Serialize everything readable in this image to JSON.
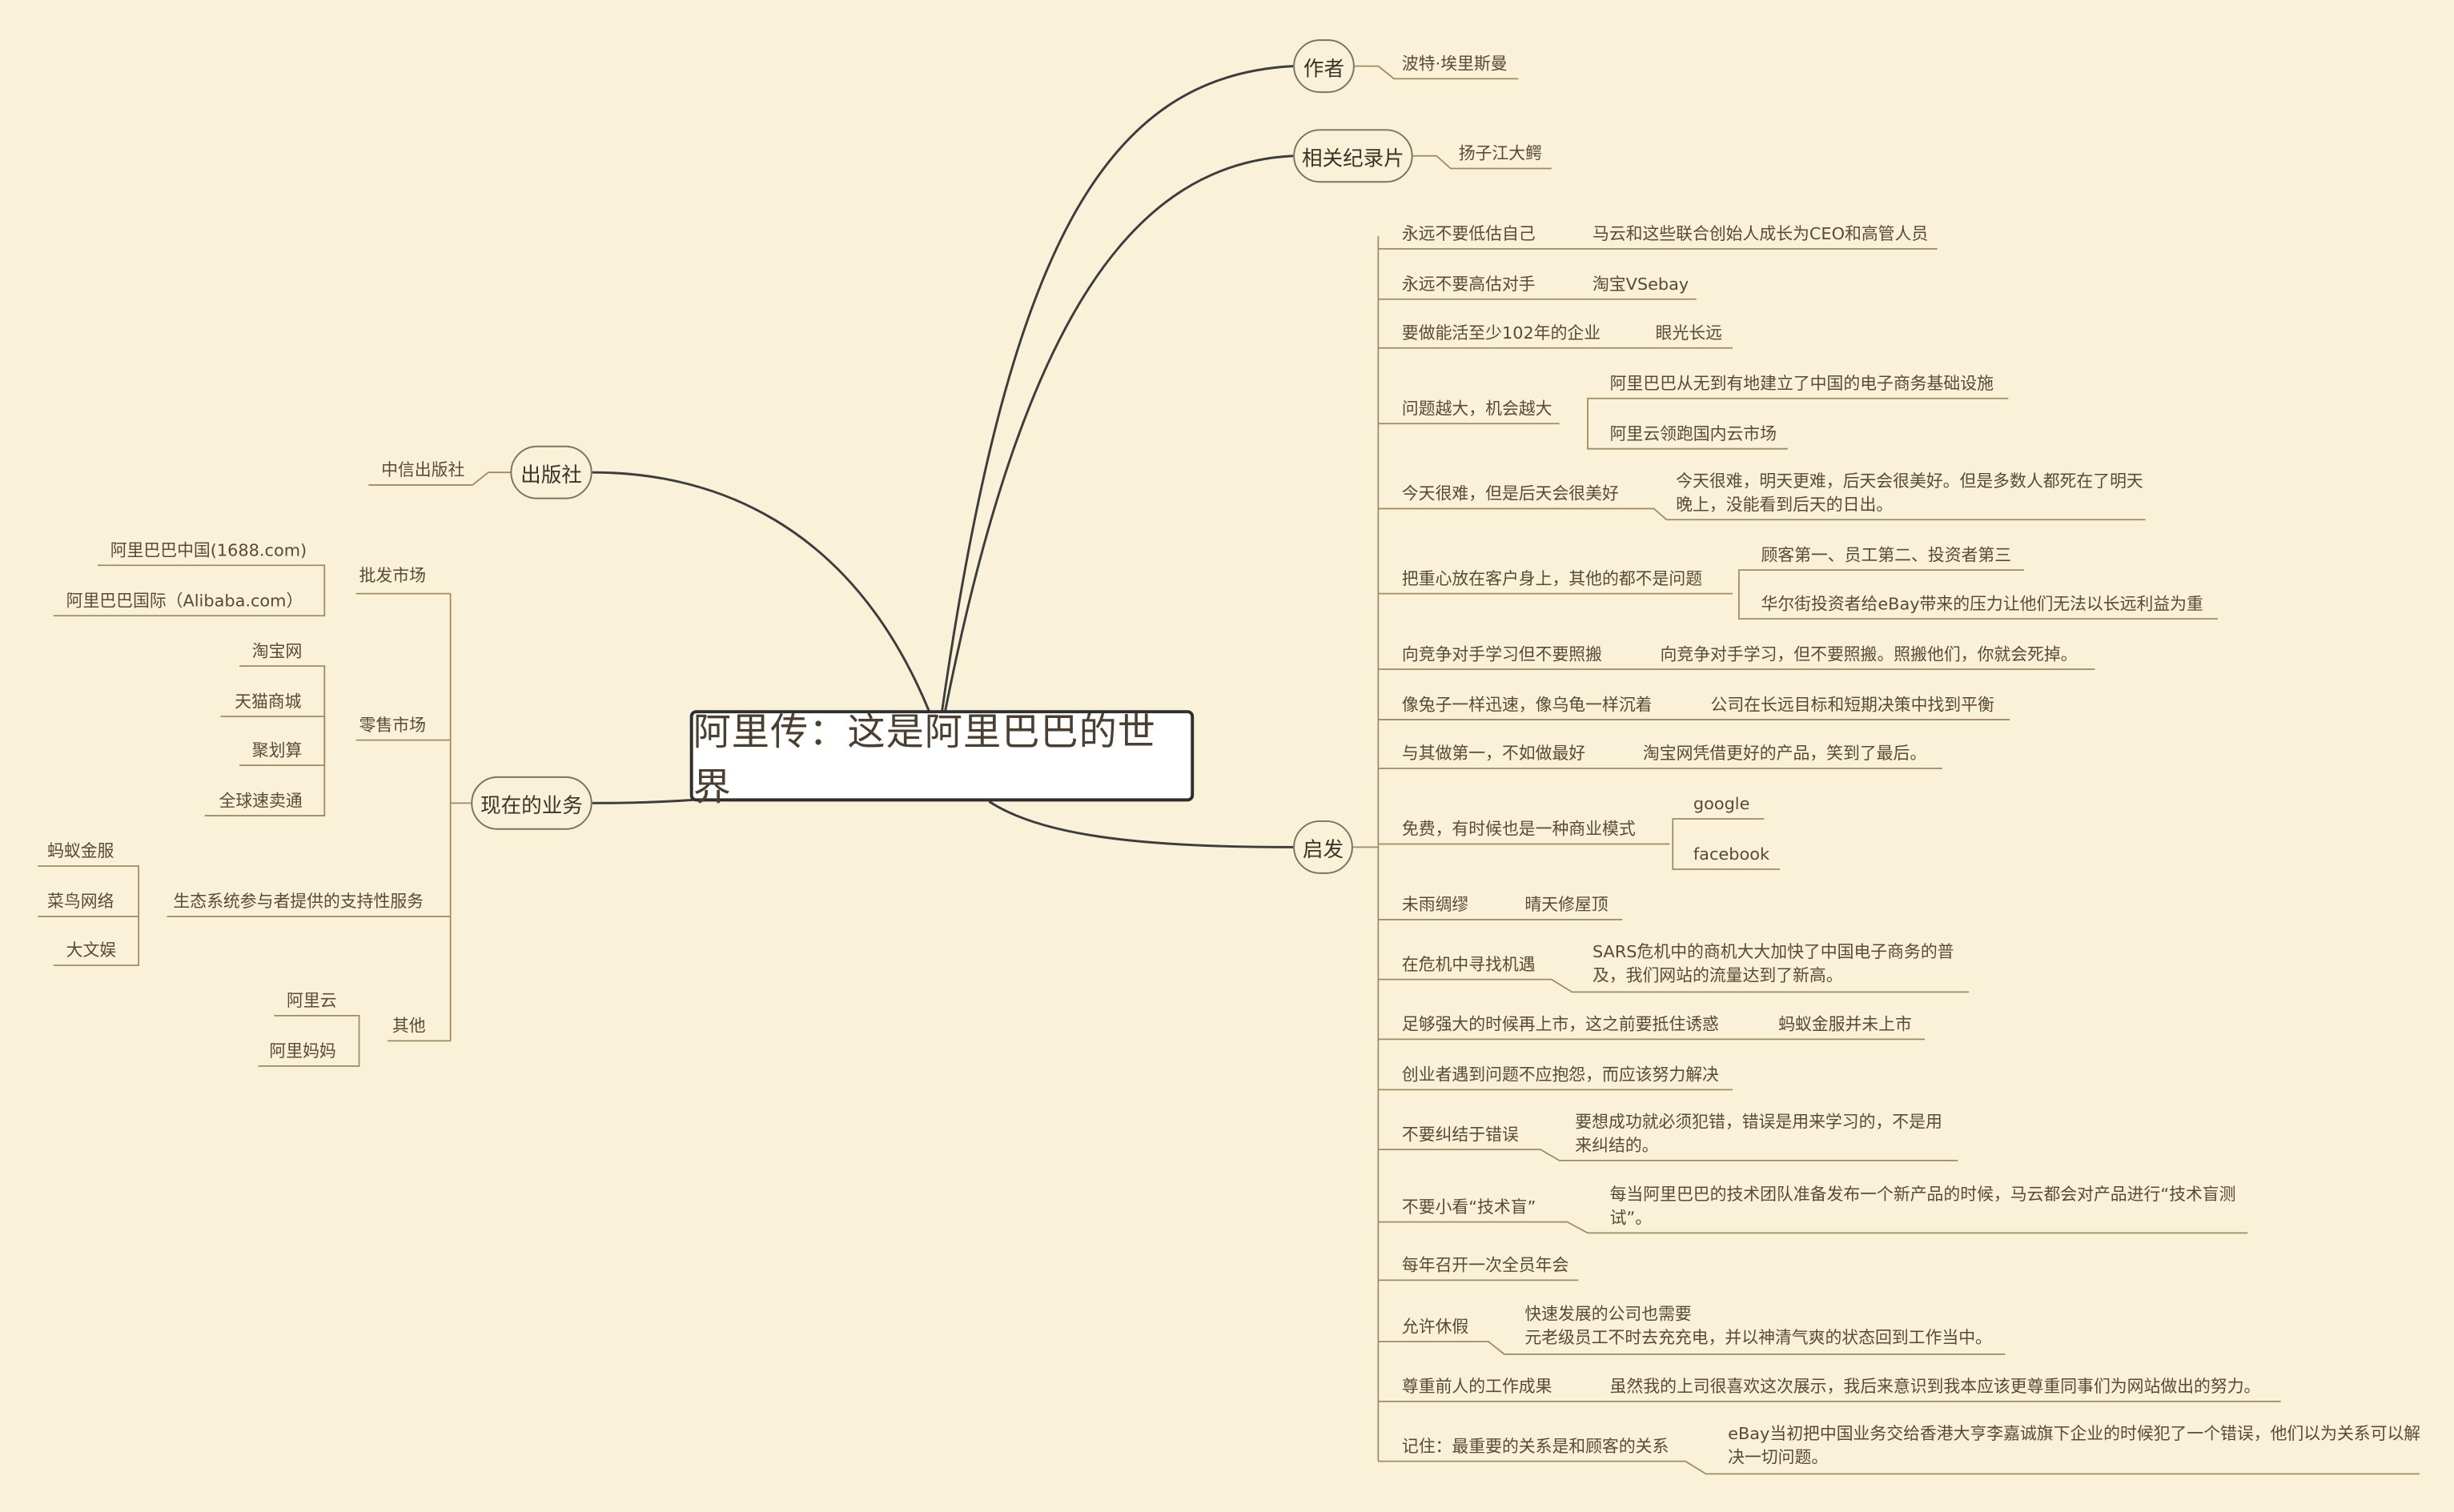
{
  "root": "阿里传：这是阿里巴巴的世界",
  "author": {
    "label": "作者",
    "value": "波特·埃里斯曼"
  },
  "documentary": {
    "label": "相关纪录片",
    "value": "扬子江大鳄"
  },
  "publisher": {
    "label": "出版社",
    "value": "中信出版社"
  },
  "business": {
    "label": "现在的业务",
    "groups": [
      {
        "label": "批发市场",
        "items": [
          "阿里巴巴中国(1688.com)",
          "阿里巴巴国际（Alibaba.com）"
        ]
      },
      {
        "label": "零售市场",
        "items": [
          "淘宝网",
          "天猫商城",
          "聚划算",
          "全球速卖通"
        ]
      },
      {
        "label": "生态系统参与者提供的支持性服务",
        "items": [
          "蚂蚁金服",
          "菜鸟网络",
          "大文娱"
        ]
      },
      {
        "label": "其他",
        "items": [
          "阿里云",
          "阿里妈妈"
        ]
      }
    ]
  },
  "inspiration": {
    "label": "启发",
    "items": [
      {
        "label": "永远不要低估自己",
        "details": [
          "马云和这些联合创始人成长为CEO和高管人员"
        ]
      },
      {
        "label": "永远不要高估对手",
        "details": [
          "淘宝VSebay"
        ]
      },
      {
        "label": "要做能活至少102年的企业",
        "details": [
          "眼光长远"
        ]
      },
      {
        "label": "问题越大，机会越大",
        "details": [
          "阿里巴巴从无到有地建立了中国的电子商务基础设施",
          "阿里云领跑国内云市场"
        ]
      },
      {
        "label": "今天很难，但是后天会很美好",
        "details": [
          "今天很难，明天更难，后天会很美好。但是多数人都死在了明天晚上，没能看到后天的日出。"
        ]
      },
      {
        "label": "把重心放在客户身上，其他的都不是问题",
        "details": [
          "顾客第一、员工第二、投资者第三",
          "华尔街投资者给eBay带来的压力让他们无法以长远利益为重"
        ]
      },
      {
        "label": "向竞争对手学习但不要照搬",
        "details": [
          "向竞争对手学习，但不要照搬。照搬他们，你就会死掉。"
        ]
      },
      {
        "label": "像兔子一样迅速，像乌龟一样沉着",
        "details": [
          "公司在长远目标和短期决策中找到平衡"
        ]
      },
      {
        "label": "与其做第一，不如做最好",
        "details": [
          "淘宝网凭借更好的产品，笑到了最后。"
        ]
      },
      {
        "label": "免费，有时候也是一种商业模式",
        "details": [
          "google",
          "facebook"
        ]
      },
      {
        "label": "未雨绸缪",
        "details": [
          "晴天修屋顶"
        ]
      },
      {
        "label": "在危机中寻找机遇",
        "details": [
          "SARS危机中的商机大大加快了中国电子商务的普及，我们网站的流量达到了新高。"
        ]
      },
      {
        "label": "足够强大的时候再上市，这之前要抵住诱惑",
        "details": [
          "蚂蚁金服并未上市"
        ]
      },
      {
        "label": "创业者遇到问题不应抱怨，而应该努力解决",
        "details": []
      },
      {
        "label": "不要纠结于错误",
        "details": [
          "要想成功就必须犯错，错误是用来学习的，不是用来纠结的。"
        ]
      },
      {
        "label": "不要小看“技术盲”",
        "details": [
          "每当阿里巴巴的技术团队准备发布一个新产品的时候，马云都会对产品进行“技术盲测试”。"
        ]
      },
      {
        "label": "每年召开一次全员年会",
        "details": []
      },
      {
        "label": "允许休假",
        "details": [
          "快速发展的公司也需要",
          "元老级员工不时去充充电，并以神清气爽的状态回到工作当中。"
        ]
      },
      {
        "label": "尊重前人的工作成果",
        "details": [
          "虽然我的上司很喜欢这次展示，我后来意识到我本应该更尊重同事们为网站做出的努力。"
        ]
      },
      {
        "label": "记住：最重要的关系是和顾客的关系",
        "details": [
          "eBay当初把中国业务交给香港大亨李嘉诚旗下企业的时候犯了一个错误，他们以为关系可以解决一切问题。"
        ]
      }
    ]
  }
}
